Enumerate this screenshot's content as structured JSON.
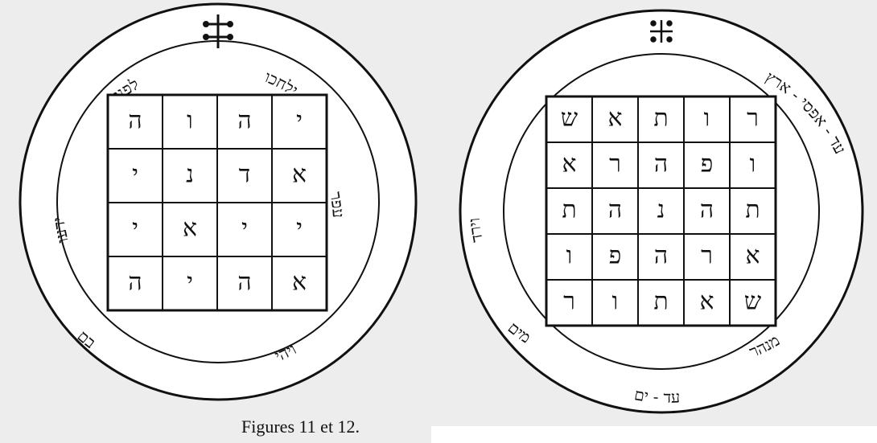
{
  "caption": "Figures 11 et 12.",
  "colors": {
    "ink": "#111111",
    "paper": "#ededed"
  },
  "figure11": {
    "symbol": "double-barred-cross",
    "ring_texts": [
      "לפניו",
      "ילחכו",
      "ידעו",
      "בם",
      "ויהי",
      "עפר"
    ],
    "grid": [
      [
        "ה",
        "ו",
        "ה",
        "י"
      ],
      [
        "י",
        "נ",
        "ד",
        "א"
      ],
      [
        "י",
        "א",
        "י",
        "י"
      ],
      [
        "ה",
        "י",
        "ה",
        "א"
      ]
    ]
  },
  "figure12": {
    "symbol": "cross-with-dots",
    "ring_texts": [
      "עד - אפסי - ארץ",
      "וירד",
      "מים",
      "עד - ים",
      "מנהר"
    ],
    "grid": [
      [
        "ש",
        "א",
        "ת",
        "ו",
        "ר"
      ],
      [
        "א",
        "ר",
        "ה",
        "פ",
        "ו"
      ],
      [
        "ת",
        "ה",
        "נ",
        "ה",
        "ת"
      ],
      [
        "ו",
        "פ",
        "ה",
        "ר",
        "א"
      ],
      [
        "ר",
        "ו",
        "ת",
        "א",
        "ש"
      ]
    ]
  }
}
